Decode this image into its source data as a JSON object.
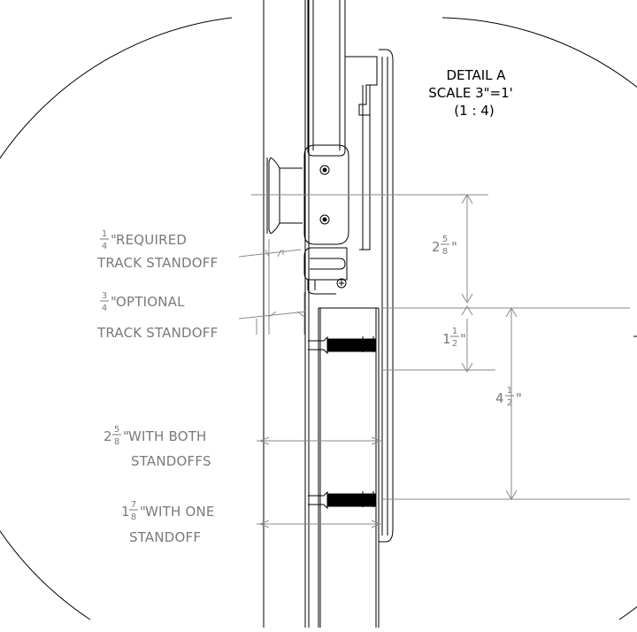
{
  "detail": {
    "name": "DETAIL A",
    "scale": "SCALE 3\"=1'",
    "ratio": "(1 : 4)"
  },
  "annotations": {
    "required_standoff": {
      "whole": "",
      "num": "1",
      "den": "4",
      "unit": "\"",
      "line1_rest": " REQUIRED",
      "line2": "TRACK STANDOFF"
    },
    "optional_standoff": {
      "whole": "",
      "num": "3",
      "den": "4",
      "unit": "\"",
      "line1_rest": " OPTIONAL",
      "line2": "TRACK STANDOFF"
    },
    "both_standoffs": {
      "whole": "2",
      "num": "5",
      "den": "8",
      "unit": "\"",
      "line1_rest": " WITH BOTH",
      "line2": "STANDOFFS"
    },
    "one_standoff": {
      "whole": "1",
      "num": "7",
      "den": "8",
      "unit": "\"",
      "line1_rest": " WITH ONE",
      "line2": "STANDOFF"
    }
  },
  "dimensions": {
    "upper_vertical": {
      "whole": "2",
      "num": "5",
      "den": "8",
      "unit": "\""
    },
    "middle_vertical": {
      "whole": "1",
      "num": "1",
      "den": "2",
      "unit": "\""
    },
    "overall_vertical": {
      "whole": "4",
      "num": "1",
      "den": "2",
      "unit": "\""
    }
  },
  "colors": {
    "outline": "#000000",
    "dimension": "#8a8a8a"
  }
}
